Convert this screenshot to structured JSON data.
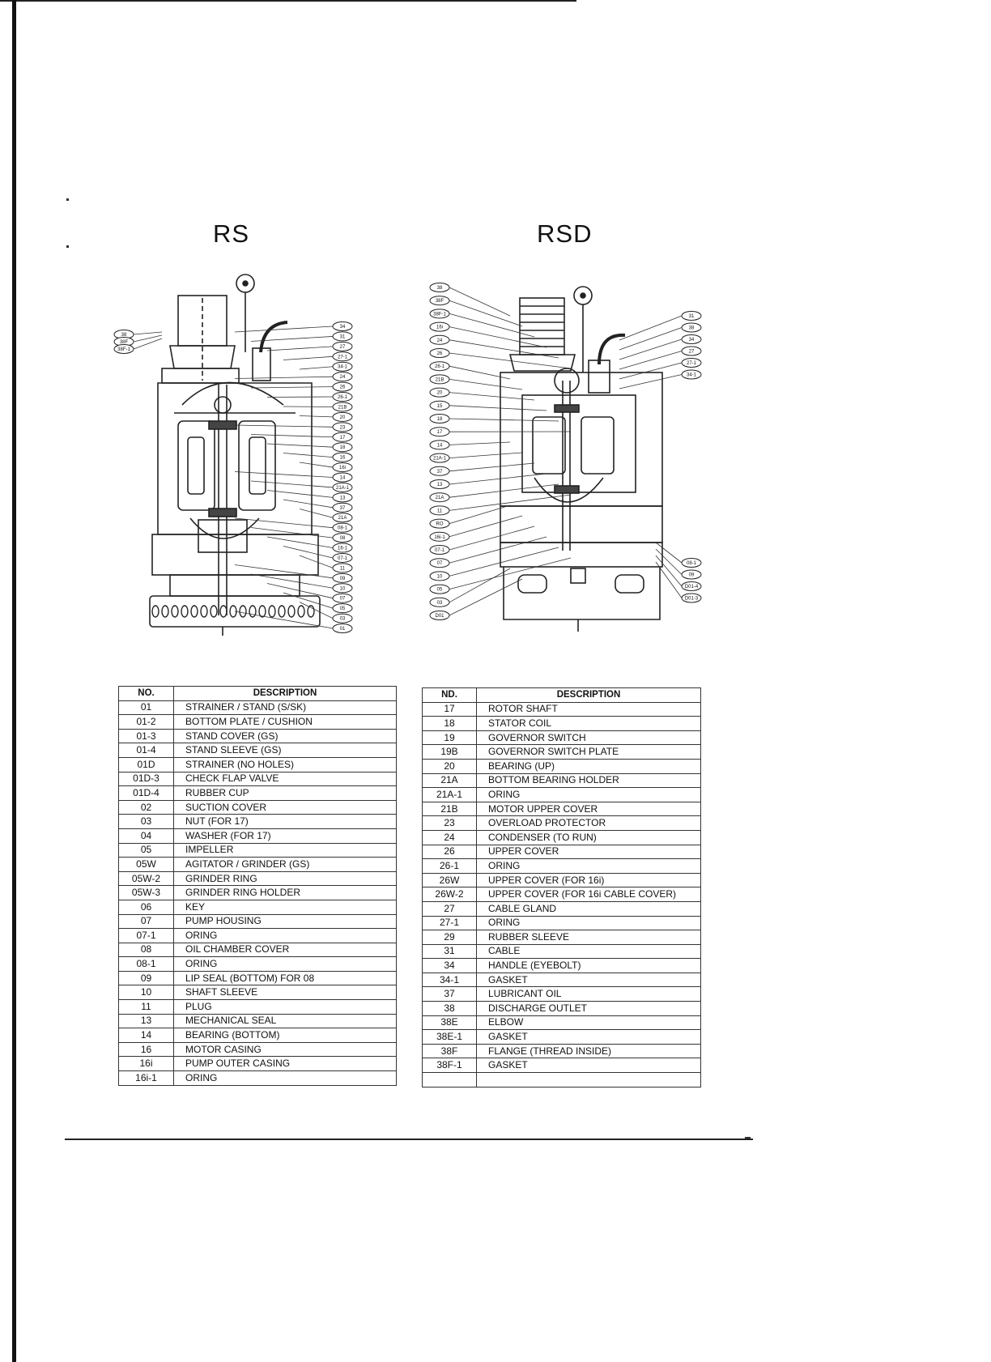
{
  "diagrams": [
    {
      "title": "RS",
      "left_labels": [
        "38",
        "38F",
        "38F-1"
      ],
      "right_labels": [
        "34",
        "31",
        "27",
        "27-1",
        "34-1",
        "24",
        "26",
        "26-1",
        "21B",
        "20",
        "23",
        "17",
        "18",
        "16",
        "16i",
        "14",
        "21A-1",
        "13",
        "37",
        "21A",
        "08-1",
        "08",
        "16-1",
        "07-1",
        "11",
        "09",
        "10",
        "07",
        "05",
        "03",
        "01"
      ]
    },
    {
      "title": "RSD",
      "left_labels": [
        "38",
        "38F",
        "38F-1",
        "16i",
        "24",
        "26",
        "26-1",
        "21B",
        "20",
        "15",
        "18",
        "17",
        "14",
        "21A-1",
        "37",
        "13",
        "21A",
        "11",
        "RO",
        "16i-1",
        "07-1",
        "07",
        "10",
        "05",
        "03",
        "D01"
      ],
      "right_labels_top": [
        "31",
        "38",
        "34",
        "27",
        "27-1",
        "34-1"
      ],
      "right_labels_bottom": [
        "08-1",
        "09",
        "D01-4",
        "D01-3"
      ]
    }
  ],
  "table_headers": {
    "no": "NO.",
    "description": "DESCRIPTION"
  },
  "table_headers_right": {
    "no": "ND.",
    "description": "DESCRIPTION"
  },
  "parts_left": [
    {
      "no": "01",
      "desc": "STRAINER / STAND (S/SK)"
    },
    {
      "no": "01-2",
      "desc": "BOTTOM   PLATE / CUSHION"
    },
    {
      "no": "01-3",
      "desc": "STAND   COVER (GS)"
    },
    {
      "no": "01-4",
      "desc": "STAND SLEEVE (GS)"
    },
    {
      "no": "01D",
      "desc": "STRAINER   (NO HOLES)"
    },
    {
      "no": "01D-3",
      "desc": "CHECK FLAP VALVE"
    },
    {
      "no": "01D-4",
      "desc": "RUBBER CUP"
    },
    {
      "no": "02",
      "desc": "SUCTION   COVER"
    },
    {
      "no": "03",
      "desc": "NUT (FOR 17)"
    },
    {
      "no": "04",
      "desc": "WASHER (FOR 17)"
    },
    {
      "no": "05",
      "desc": "IMPELLER"
    },
    {
      "no": "05W",
      "desc": "AGITATOR / GRINDER (GS)"
    },
    {
      "no": "05W-2",
      "desc": "GRINDER RING"
    },
    {
      "no": "05W-3",
      "desc": "GRINDER RING HOLDER"
    },
    {
      "no": "06",
      "desc": "KEY"
    },
    {
      "no": "07",
      "desc": "PUMP HOUSING"
    },
    {
      "no": "07-1",
      "desc": "ORING"
    },
    {
      "no": "08",
      "desc": "OIL CHAMBER COVER"
    },
    {
      "no": "08-1",
      "desc": "ORING"
    },
    {
      "no": "09",
      "desc": "LIP SEAL (BOTTOM) FOR 08"
    },
    {
      "no": "10",
      "desc": "SHAFT SLEEVE"
    },
    {
      "no": "11",
      "desc": "PLUG"
    },
    {
      "no": "13",
      "desc": "MECHANICAL SEAL"
    },
    {
      "no": "14",
      "desc": "BEARING (BOTTOM)"
    },
    {
      "no": "16",
      "desc": "MOTOR CASING"
    },
    {
      "no": "16i",
      "desc": "PUMP OUTER CASING"
    },
    {
      "no": "16i-1",
      "desc": "ORING"
    }
  ],
  "parts_right": [
    {
      "no": "17",
      "desc": "ROTOR SHAFT"
    },
    {
      "no": "18",
      "desc": "STATOR COIL"
    },
    {
      "no": "19",
      "desc": "GOVERNOR SWITCH"
    },
    {
      "no": "19B",
      "desc": "GOVERNOR SWITCH PLATE"
    },
    {
      "no": "20",
      "desc": "BEARING (UP)"
    },
    {
      "no": "21A",
      "desc": "BOTTOM BEARING HOLDER"
    },
    {
      "no": "21A-1",
      "desc": "ORING"
    },
    {
      "no": "21B",
      "desc": "MOTOR UPPER COVER"
    },
    {
      "no": "23",
      "desc": "OVERLOAD PROTECTOR"
    },
    {
      "no": "24",
      "desc": "CONDENSER (TO RUN)"
    },
    {
      "no": "26",
      "desc": "UPPER COVER"
    },
    {
      "no": "26-1",
      "desc": "ORING"
    },
    {
      "no": "26W",
      "desc": "UPPER COVER (FOR 16i)"
    },
    {
      "no": "26W-2",
      "desc": "UPPER COVER (FOR 16i CABLE COVER)"
    },
    {
      "no": "27",
      "desc": "CABLE GLAND"
    },
    {
      "no": "27-1",
      "desc": "ORING"
    },
    {
      "no": "29",
      "desc": "RUBBER SLEEVE"
    },
    {
      "no": "31",
      "desc": "CABLE"
    },
    {
      "no": "34",
      "desc": "HANDLE (EYEBOLT)"
    },
    {
      "no": "34-1",
      "desc": "GASKET"
    },
    {
      "no": "37",
      "desc": "LUBRICANT OIL"
    },
    {
      "no": "38",
      "desc": "DISCHARGE OUTLET"
    },
    {
      "no": "38E",
      "desc": "ELBOW"
    },
    {
      "no": "38E-1",
      "desc": "GASKET"
    },
    {
      "no": "38F",
      "desc": "FLANGE (THREAD INSIDE)"
    },
    {
      "no": "38F-1",
      "desc": "GASKET"
    },
    {
      "no": "",
      "desc": ""
    }
  ]
}
